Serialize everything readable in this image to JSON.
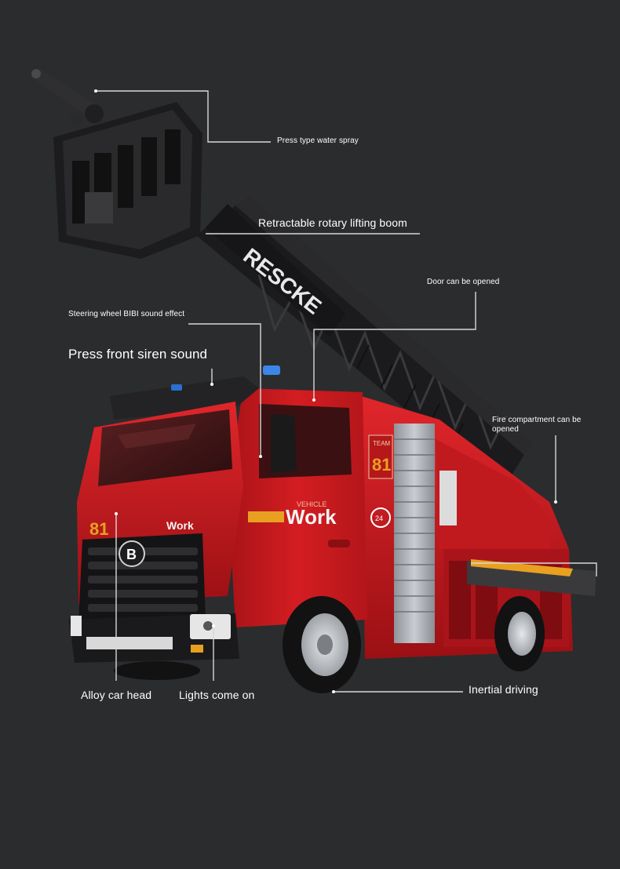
{
  "labels": {
    "water_spray": "Press type water spray",
    "lifting_boom": "Retractable rotary lifting boom",
    "door": "Door can be opened",
    "steering": "Steering wheel BIBI sound effect",
    "front_siren": "Press front siren sound",
    "fire_compartment_1": "Fire compartment can be",
    "fire_compartment_2": "opened",
    "car_head": "Alloy car head",
    "lights": "Lights come on",
    "inertial": "Inertial driving"
  },
  "truck_markings": {
    "boom_text": "RESCKE",
    "side_small": "VEHICLE",
    "side_big": "Work",
    "front_word": "Work",
    "number": "81",
    "team": "TEAM",
    "team_number": "81",
    "badge_number": "24",
    "grille_logo": "B"
  },
  "colors": {
    "background": "#2b2c2e",
    "truck_red": "#c7161c",
    "truck_dark_red": "#8c0f12",
    "accent_yellow": "#e8a020",
    "callout_line": "#d8d8d8",
    "boom_black": "#1b1b1d"
  }
}
